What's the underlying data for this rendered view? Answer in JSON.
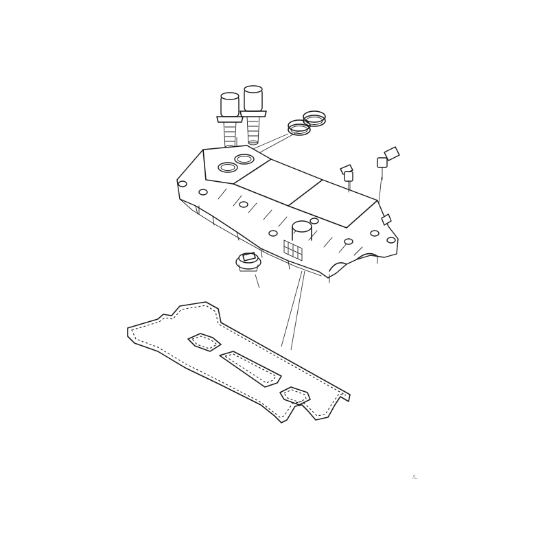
{
  "diagram": {
    "parts": [
      "vvt-solenoid-left",
      "vvt-solenoid-right",
      "solenoid-seal-rings",
      "valve-cover",
      "camshaft-sensor",
      "crankshaft-sensor",
      "oil-filler-cap",
      "valve-cover-gasket"
    ],
    "reference_code": "/L"
  }
}
